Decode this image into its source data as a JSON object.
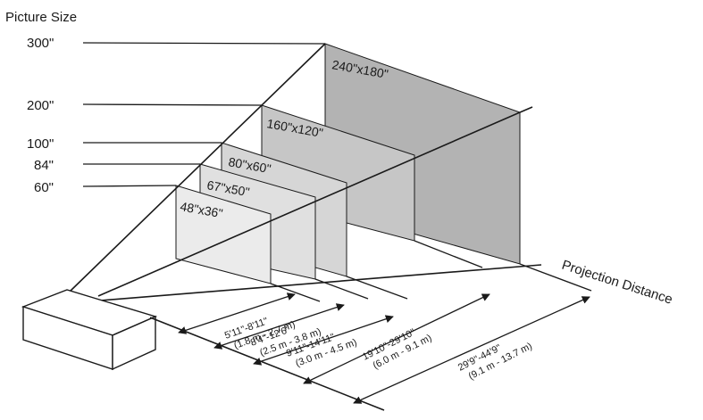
{
  "title": "Picture Size",
  "axis_label": "Projection Distance",
  "sizes": [
    "300\"",
    "200\"",
    "100\"",
    "84\"",
    "60\""
  ],
  "screens": [
    "240\"x180\"",
    "160\"x120\"",
    "80\"x60\"",
    "67\"x50\"",
    "48\"x36\""
  ],
  "distances": [
    {
      "ft": "5'11\"-8'11\"",
      "m": "(1.8 m - 2.7 m)"
    },
    {
      "ft": "8'4\"-12'6\"",
      "m": "(2.5 m - 3.8 m)"
    },
    {
      "ft": "9'11\"-14'11\"",
      "m": "(3.0 m - 4.5 m)"
    },
    {
      "ft": "19'10\"-29'10\"",
      "m": "(6.0 m - 9.1 m)"
    },
    {
      "ft": "29'9\"-44'9\"",
      "m": "(9.1 m - 13.7 m)"
    }
  ],
  "colors": {
    "line": "#1a1a1a",
    "screen_300": "#b3b3b3",
    "screen_200": "#c6c6c6",
    "screen_100": "#d6d6d6",
    "screen_84": "#e0e0e0",
    "screen_60": "#ebebeb"
  }
}
